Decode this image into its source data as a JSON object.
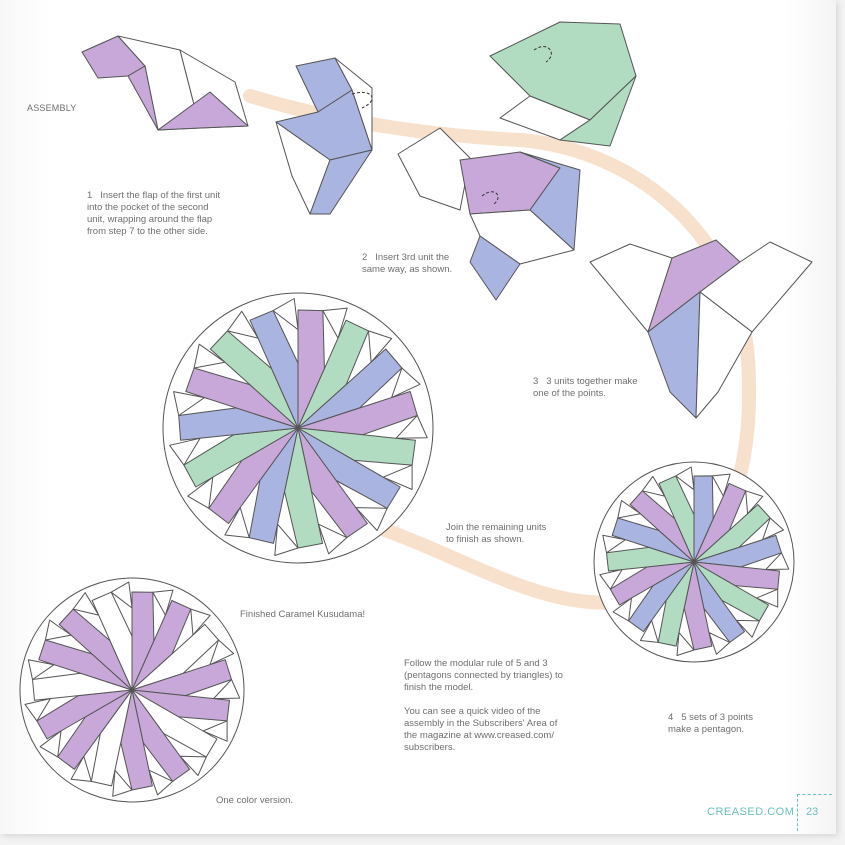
{
  "section_heading": "ASSEMBLY",
  "steps": [
    {
      "number": "1",
      "text": "Insert the flap of the first unit\ninto the pocket of the second\nunit, wrapping around the flap\nfrom step 7 to the other side."
    },
    {
      "number": "2",
      "text": "Insert 3rd unit the\nsame way, as shown."
    },
    {
      "number": "3",
      "text": "3 units together make\none of the points."
    },
    {
      "number": "4",
      "text": "5 sets of 3 points\nmake a pentagon."
    }
  ],
  "join_text": "Join the remaining units\nto finish as shown.",
  "finished_caption": "Finished Caramel Kusudama!",
  "one_color_caption": "One color version.",
  "modular_rule_text": "Follow the modular rule of 5 and 3\n(pentagons connected by triangles) to\nfinish the model.",
  "video_text": "You can see a quick video of the\nassembly in the Subscribers' Area of\nthe magazine at www.creased.com/\nsubscribers.",
  "footer": {
    "site": "CREASED.COM",
    "page_number": "23"
  },
  "colors": {
    "purple": "#c7a8d8",
    "blue": "#a9b4e0",
    "green": "#b2dcc2",
    "white": "#ffffff",
    "outline": "#555555",
    "path_peach": "#f7dcc3",
    "accent_teal": "#69bfc1"
  }
}
